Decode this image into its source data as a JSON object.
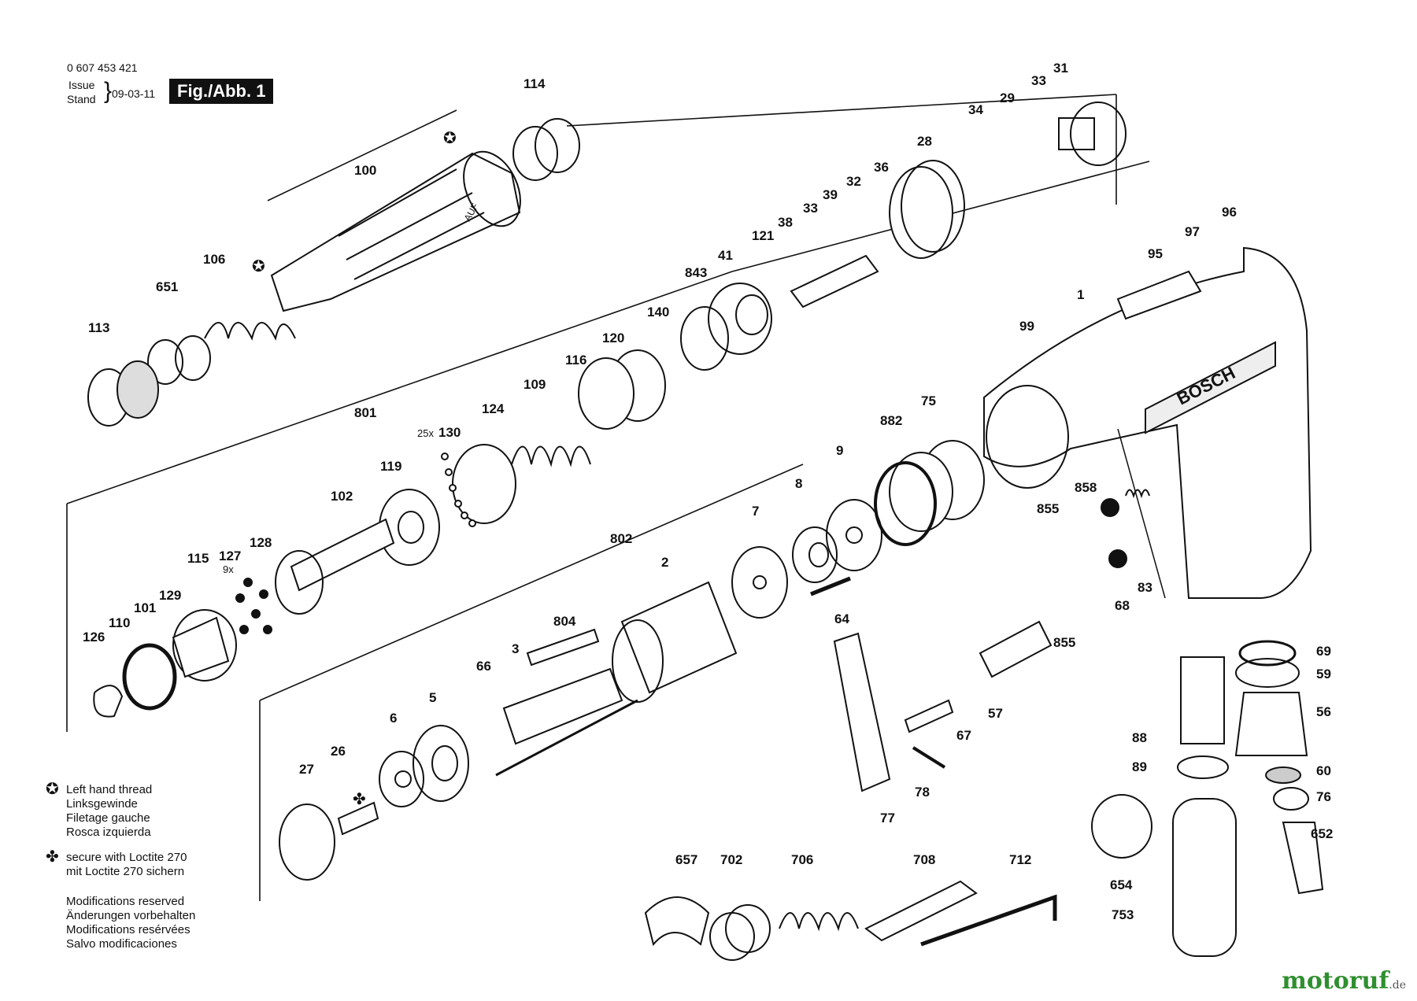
{
  "header": {
    "part_number": "0 607 453 421",
    "issue_label": "Issue",
    "stand_label": "Stand",
    "date": "09-03-11",
    "figure": "Fig./Abb. 1"
  },
  "legend": {
    "left_hand_thread": [
      "Left hand thread",
      "Linksgewinde",
      "Filetage gauche",
      "Rosca izquierda"
    ],
    "loctite": [
      "secure with Loctite 270",
      "mit Loctite 270 sichern"
    ],
    "modifications": [
      "Modifications reserved",
      "Änderungen vorbehalten",
      "Modifications resérvées",
      "Salvo modificaciones"
    ]
  },
  "brand_on_tool": "BOSCH",
  "sleeve_marking": "AUF",
  "labels": {
    "p_114": "114",
    "p_100": "100",
    "p_106": "106",
    "p_651": "651",
    "p_113": "113",
    "p_31": "31",
    "p_33a": "33",
    "p_29": "29",
    "p_34": "34",
    "p_28": "28",
    "p_36": "36",
    "p_32": "32",
    "p_39": "39",
    "p_33b": "33",
    "p_38": "38",
    "p_121": "121",
    "p_41": "41",
    "p_843": "843",
    "p_140": "140",
    "p_120": "120",
    "p_116": "116",
    "p_109": "109",
    "p_124": "124",
    "p_25x": "25x",
    "p_130": "130",
    "p_801": "801",
    "p_119": "119",
    "p_102": "102",
    "p_128": "128",
    "p_127": "127",
    "p_9x": "9x",
    "p_115": "115",
    "p_129": "129",
    "p_101": "101",
    "p_110": "110",
    "p_126": "126",
    "p_96": "96",
    "p_97": "97",
    "p_95": "95",
    "p_1": "1",
    "p_99": "99",
    "p_75": "75",
    "p_882": "882",
    "p_9": "9",
    "p_858": "858",
    "p_855a": "855",
    "p_68": "68",
    "p_83": "83",
    "p_8": "8",
    "p_7": "7",
    "p_802": "802",
    "p_2": "2",
    "p_64": "64",
    "p_804": "804",
    "p_3": "3",
    "p_66": "66",
    "p_5": "5",
    "p_6": "6",
    "p_26": "26",
    "p_27": "27",
    "p_57": "57",
    "p_855b": "855",
    "p_67": "67",
    "p_77": "77",
    "p_78": "78",
    "p_69": "69",
    "p_59": "59",
    "p_56": "56",
    "p_88": "88",
    "p_89": "89",
    "p_60": "60",
    "p_76": "76",
    "p_652": "652",
    "p_654": "654",
    "p_753": "753",
    "p_657": "657",
    "p_702": "702",
    "p_706": "706",
    "p_708": "708",
    "p_712": "712"
  },
  "watermark": {
    "main": "motoruf",
    "suffix": ".de"
  }
}
